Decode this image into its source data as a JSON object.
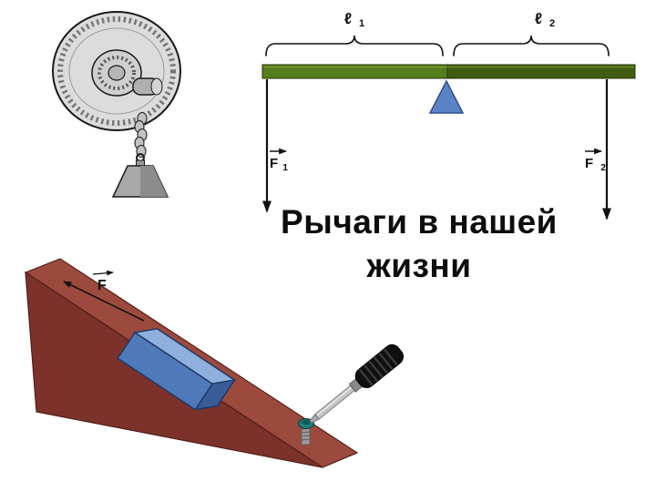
{
  "slide": {
    "title_line1": "Рычаги в нашей",
    "title_line2": "жизни"
  },
  "lever_diagram": {
    "length_label_1": {
      "base": "ℓ",
      "sub": "1"
    },
    "length_label_2": {
      "base": "ℓ",
      "sub": "2"
    },
    "force_label_1": {
      "base": "F",
      "sub": "1"
    },
    "force_label_2": {
      "base": "F",
      "sub": "2"
    }
  },
  "incline_diagram": {
    "force_label": "F"
  },
  "colors": {
    "lever_bar_left": "#557d1b",
    "lever_bar_right": "#3f5c10",
    "lever_bar_edge": "#24330a",
    "fulcrum": "#5b84c6",
    "incline_front": "#7c312b",
    "incline_top": "#9c4a3d",
    "block_front": "#4f79b8",
    "block_top": "#8fb0dd",
    "block_side": "#3a5c96",
    "screw_head": "#1d7d78"
  }
}
